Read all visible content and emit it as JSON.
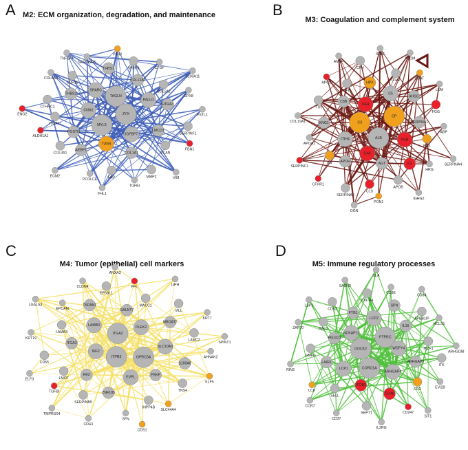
{
  "colors": {
    "edge_b": "#6b1712",
    "node_gray": "#b5b5b5",
    "node_orange": "#f0a01c",
    "node_red": "#e8202a"
  },
  "panels": [
    {
      "letter": "A",
      "title": "M2: ECM organization, degradation, and maintenance",
      "edge_color": "#3f5fb8",
      "nodes": [
        {
          "label": "ZYX",
          "kind": "gray"
        },
        {
          "label": "MYL9",
          "kind": "gray"
        },
        {
          "label": "TAGLN",
          "kind": "gray"
        },
        {
          "label": "IGFBP7",
          "kind": "gray"
        },
        {
          "label": "CNN1",
          "kind": "gray"
        },
        {
          "label": "PALLD",
          "kind": "gray"
        },
        {
          "label": "TUNS",
          "kind": "orange"
        },
        {
          "label": "SPARC",
          "kind": "gray"
        },
        {
          "label": "LMCD1",
          "kind": "gray"
        },
        {
          "label": "POSTN",
          "kind": "gray"
        },
        {
          "label": "COL12A1",
          "kind": "gray"
        },
        {
          "label": "COL1A1",
          "kind": "gray"
        },
        {
          "label": "THBS2",
          "kind": "gray"
        },
        {
          "label": "HTRA3",
          "kind": "gray"
        },
        {
          "label": "AEBP1",
          "kind": "gray"
        },
        {
          "label": "THBS1",
          "kind": "gray"
        },
        {
          "label": "VCAN",
          "kind": "gray"
        },
        {
          "label": "ITGA11",
          "kind": "gray"
        },
        {
          "label": "COL5A2",
          "kind": "gray"
        },
        {
          "label": "FAP",
          "kind": "gray"
        },
        {
          "label": "CDH11",
          "kind": "gray"
        },
        {
          "label": "SERPINF1",
          "kind": "gray"
        },
        {
          "label": "COL3A1",
          "kind": "gray"
        },
        {
          "label": "SFRP4",
          "kind": "gray"
        },
        {
          "label": "MMP2",
          "kind": "gray"
        },
        {
          "label": "CTHRC1",
          "kind": "gray"
        },
        {
          "label": "GPX8",
          "kind": "gray"
        },
        {
          "label": "PCOLCE",
          "kind": "gray"
        },
        {
          "label": "SERPINH1",
          "kind": "gray"
        },
        {
          "label": "FBN1",
          "kind": "red"
        },
        {
          "label": "ALDH1A1",
          "kind": "red"
        },
        {
          "label": "CTGF",
          "kind": "gray"
        },
        {
          "label": "TGFBI",
          "kind": "gray"
        },
        {
          "label": "COL6A3",
          "kind": "gray"
        },
        {
          "label": "FSTL1",
          "kind": "gray"
        },
        {
          "label": "ECM2",
          "kind": "gray"
        },
        {
          "label": "P3H3",
          "kind": "orange"
        },
        {
          "label": "VIM",
          "kind": "gray"
        },
        {
          "label": "ENO2",
          "kind": "red"
        },
        {
          "label": "S100A11",
          "kind": "gray"
        },
        {
          "label": "FHL1",
          "kind": "gray"
        },
        {
          "label": "TNFSF4",
          "kind": "gray"
        }
      ]
    },
    {
      "letter": "B",
      "title": "M3: Coagulation and complement system",
      "edge_color": "#6b1712",
      "nodes": [
        {
          "label": "ALB",
          "kind": "gray"
        },
        {
          "label": "C3",
          "kind": "orange"
        },
        {
          "label": "CP",
          "kind": "orange"
        },
        {
          "label": "C4A",
          "kind": "red"
        },
        {
          "label": "FGA",
          "kind": "red"
        },
        {
          "label": "FGB",
          "kind": "red"
        },
        {
          "label": "ITIH4",
          "kind": "gray"
        },
        {
          "label": "C5",
          "kind": "gray"
        },
        {
          "label": "AGT",
          "kind": "gray"
        },
        {
          "label": "C8B",
          "kind": "gray"
        },
        {
          "label": "SERPINA1",
          "kind": "gray"
        },
        {
          "label": "APOH",
          "kind": "gray"
        },
        {
          "label": "HPX",
          "kind": "orange"
        },
        {
          "label": "F2",
          "kind": "red"
        },
        {
          "label": "KNG1",
          "kind": "gray"
        },
        {
          "label": "AHSG",
          "kind": "gray"
        },
        {
          "label": "C1S",
          "kind": "red"
        },
        {
          "label": "CFB",
          "kind": "gray"
        },
        {
          "label": "PLG",
          "kind": "orange"
        },
        {
          "label": "C9",
          "kind": "orange"
        },
        {
          "label": "ITIH2",
          "kind": "gray"
        },
        {
          "label": "APOB",
          "kind": "gray"
        },
        {
          "label": "TTR",
          "kind": "gray"
        },
        {
          "label": "FGG",
          "kind": "red"
        },
        {
          "label": "SERPINA3",
          "kind": "gray"
        },
        {
          "label": "CFH",
          "kind": "gray"
        },
        {
          "label": "HRG",
          "kind": "gray"
        },
        {
          "label": "APOA1",
          "kind": "gray"
        },
        {
          "label": "LCAT",
          "kind": "orange"
        },
        {
          "label": "PON1",
          "kind": "orange"
        },
        {
          "label": "APCS",
          "kind": "red"
        },
        {
          "label": "ABP",
          "kind": "gray"
        },
        {
          "label": "CFHR1",
          "kind": "red"
        },
        {
          "label": "IGKC",
          "kind": "gray"
        },
        {
          "label": "IGHG2",
          "kind": "gray"
        },
        {
          "label": "COL19A1",
          "kind": "gray"
        },
        {
          "label": "LUM",
          "kind": "gray"
        },
        {
          "label": "OGN",
          "kind": "gray"
        },
        {
          "label": "AMBP",
          "kind": "gray"
        },
        {
          "label": "SERPINA4",
          "kind": "gray"
        },
        {
          "label": "SERPINC1",
          "kind": "red"
        },
        {
          "label": "APOM",
          "kind": "gray"
        }
      ]
    },
    {
      "letter": "C",
      "title": "M4: Tumor (epithelial) cell markers",
      "edge_color": "#f6e06a",
      "nodes": [
        {
          "label": "ITPR3",
          "kind": "gray"
        },
        {
          "label": "ITGA2",
          "kind": "gray"
        },
        {
          "label": "GPRC5A",
          "kind": "gray"
        },
        {
          "label": "INF2",
          "kind": "gray"
        },
        {
          "label": "PLEK2",
          "kind": "gray"
        },
        {
          "label": "EVPL",
          "kind": "gray"
        },
        {
          "label": "LAMB3",
          "kind": "gray"
        },
        {
          "label": "SLC10A3",
          "kind": "gray"
        },
        {
          "label": "HK2",
          "kind": "gray"
        },
        {
          "label": "GALNT7",
          "kind": "gray"
        },
        {
          "label": "FRKP",
          "kind": "gray"
        },
        {
          "label": "ITGA3",
          "kind": "gray"
        },
        {
          "label": "MBOAT2",
          "kind": "gray"
        },
        {
          "label": "ZNF185",
          "kind": "gray"
        },
        {
          "label": "TSPAN1",
          "kind": "gray"
        },
        {
          "label": "S100A6",
          "kind": "gray"
        },
        {
          "label": "LMO7",
          "kind": "gray"
        },
        {
          "label": "MACC1",
          "kind": "gray"
        },
        {
          "label": "INPP4B",
          "kind": "gray"
        },
        {
          "label": "LAMA3",
          "kind": "gray"
        },
        {
          "label": "LAMC2",
          "kind": "gray"
        },
        {
          "label": "SERPINB5",
          "kind": "gray"
        },
        {
          "label": "EPS8L1",
          "kind": "gray"
        },
        {
          "label": "TNS4",
          "kind": "gray"
        },
        {
          "label": "CD55",
          "kind": "gray"
        },
        {
          "label": "VILL",
          "kind": "gray"
        },
        {
          "label": "SFN",
          "kind": "gray"
        },
        {
          "label": "EPCAM",
          "kind": "gray"
        },
        {
          "label": "AHNAK2",
          "kind": "gray"
        },
        {
          "label": "TGFBI",
          "kind": "red"
        },
        {
          "label": "PPL",
          "kind": "red"
        },
        {
          "label": "SLC44A4",
          "kind": "orange"
        },
        {
          "label": "KRT19",
          "kind": "gray"
        },
        {
          "label": "KRT7",
          "kind": "gray"
        },
        {
          "label": "CDH1",
          "kind": "gray"
        },
        {
          "label": "CLDN4",
          "kind": "gray"
        },
        {
          "label": "KLF5",
          "kind": "orange"
        },
        {
          "label": "ELF3",
          "kind": "gray"
        },
        {
          "label": "LIPH",
          "kind": "gray"
        },
        {
          "label": "CDS1",
          "kind": "orange"
        },
        {
          "label": "LGALS3",
          "kind": "gray"
        },
        {
          "label": "SPINT1",
          "kind": "gray"
        },
        {
          "label": "TMPRSS4",
          "kind": "gray"
        },
        {
          "label": "ANXA3",
          "kind": "gray"
        }
      ]
    },
    {
      "letter": "D",
      "title": "M5: Immune regulatory processes",
      "edge_color": "#4fbf3b",
      "nodes": [
        {
          "label": "DOCK2",
          "kind": "gray"
        },
        {
          "label": "PTPRC",
          "kind": "gray"
        },
        {
          "label": "CORO1A",
          "kind": "gray"
        },
        {
          "label": "NCKAP1L",
          "kind": "gray"
        },
        {
          "label": "WDFY4",
          "kind": "gray"
        },
        {
          "label": "LCP1",
          "kind": "gray"
        },
        {
          "label": "LCP2",
          "kind": "gray"
        },
        {
          "label": "ARHGAP4",
          "kind": "gray"
        },
        {
          "label": "PIK3CD",
          "kind": "gray"
        },
        {
          "label": "IL16",
          "kind": "gray"
        },
        {
          "label": "ITGB2",
          "kind": "red"
        },
        {
          "label": "FYB1",
          "kind": "gray"
        },
        {
          "label": "ARHGAP9",
          "kind": "gray"
        },
        {
          "label": "LAIR1",
          "kind": "gray"
        },
        {
          "label": "SPN",
          "kind": "gray"
        },
        {
          "label": "CD48",
          "kind": "red"
        },
        {
          "label": "RAC2",
          "kind": "gray"
        },
        {
          "label": "IKZF1",
          "kind": "gray"
        },
        {
          "label": "SELL",
          "kind": "gray"
        },
        {
          "label": "CXCR4",
          "kind": "gray"
        },
        {
          "label": "CD2",
          "kind": "orange"
        },
        {
          "label": "GMFG",
          "kind": "gray"
        },
        {
          "label": "APBB1IP",
          "kind": "gray"
        },
        {
          "label": "SEPT1",
          "kind": "gray"
        },
        {
          "label": "CD53",
          "kind": "gray"
        },
        {
          "label": "ITK",
          "kind": "gray"
        },
        {
          "label": "LCK",
          "kind": "orange"
        },
        {
          "label": "CD3E",
          "kind": "gray"
        },
        {
          "label": "CD247",
          "kind": "red"
        },
        {
          "label": "ZAP70",
          "kind": "gray"
        },
        {
          "label": "HCLS1",
          "kind": "gray"
        },
        {
          "label": "CD37",
          "kind": "gray"
        },
        {
          "label": "SASH3",
          "kind": "gray"
        },
        {
          "label": "EVI2B",
          "kind": "gray"
        },
        {
          "label": "RIN3",
          "kind": "gray"
        },
        {
          "label": "CD84",
          "kind": "gray"
        },
        {
          "label": "IL2RG",
          "kind": "gray"
        },
        {
          "label": "LSP1",
          "kind": "gray"
        },
        {
          "label": "ARHGDIB",
          "kind": "gray"
        },
        {
          "label": "CCR7",
          "kind": "gray"
        },
        {
          "label": "SLA",
          "kind": "gray"
        },
        {
          "label": "SIT1",
          "kind": "gray"
        }
      ]
    }
  ]
}
